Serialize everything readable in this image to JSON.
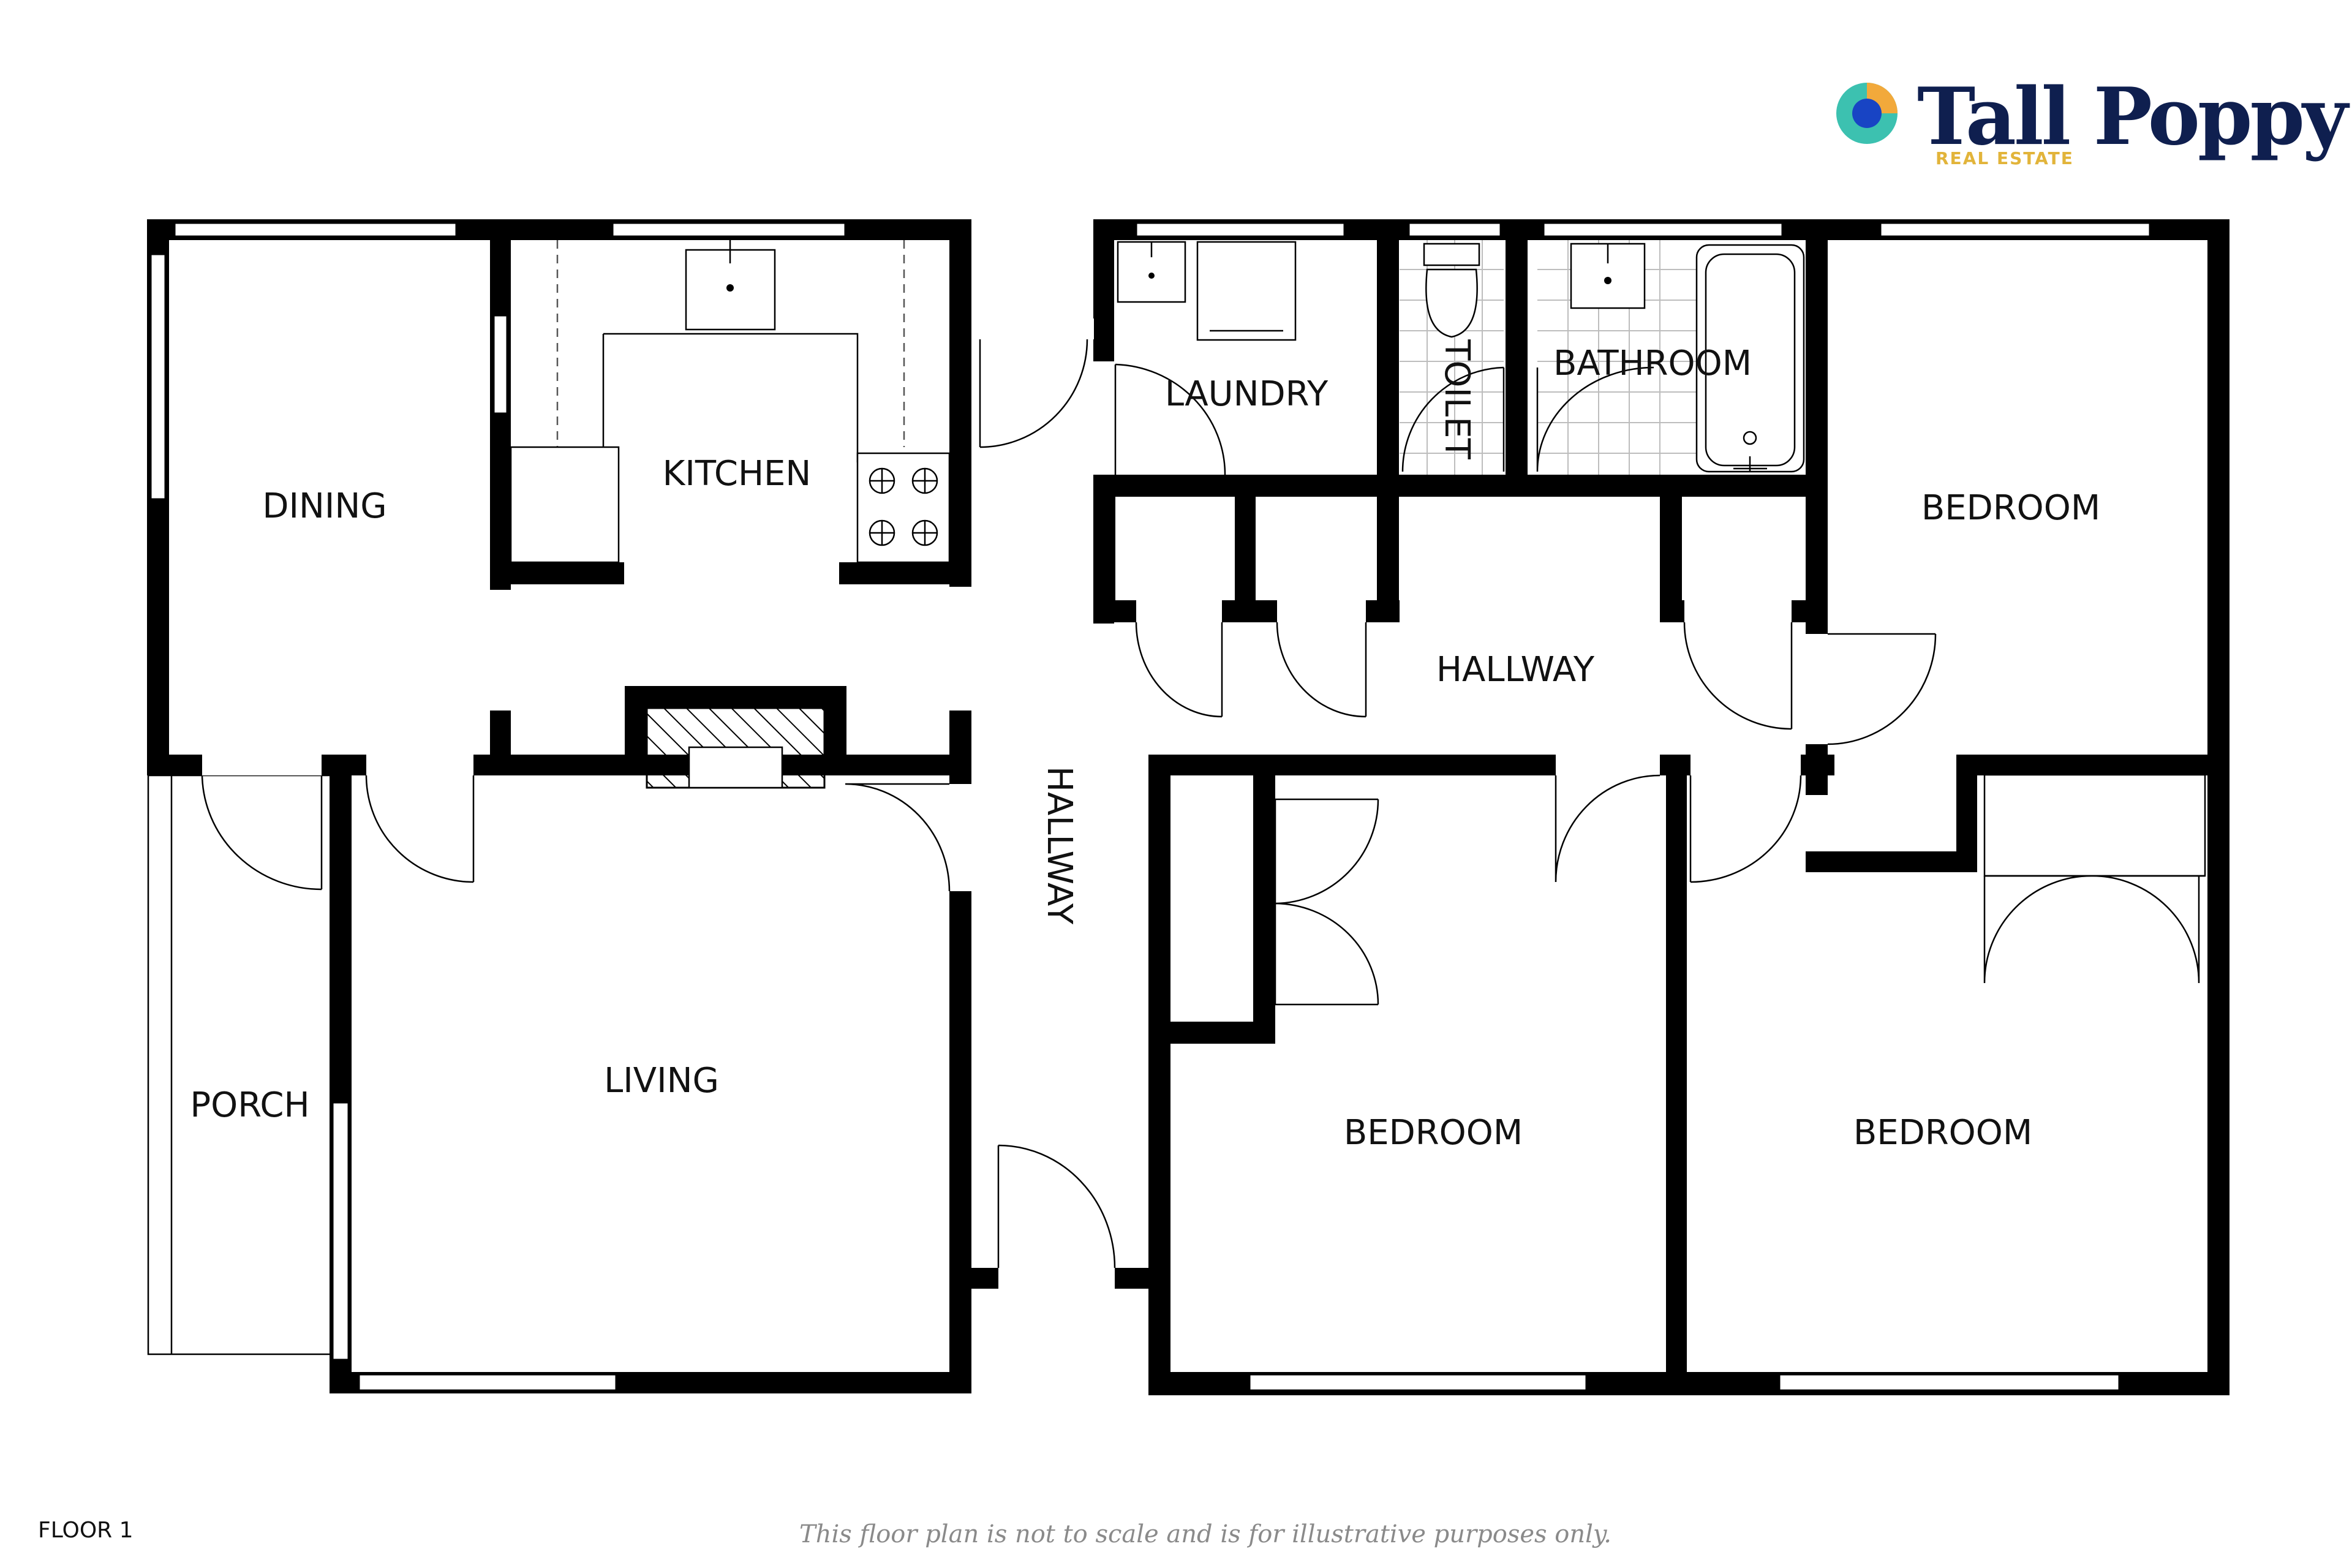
{
  "brand": {
    "name": "Tall Poppy",
    "tagline": "REAL ESTATE",
    "colors": {
      "navy": "#0f1f4f",
      "gold": "#e2b43a",
      "teal": "#3cc1b0",
      "blue": "#1844c4",
      "orange": "#f2a93b"
    }
  },
  "rooms": {
    "dining": "DINING",
    "kitchen": "KITCHEN",
    "laundry": "LAUNDRY",
    "toilet": "TOILET",
    "bathroom": "BATHROOM",
    "bedroom_1": "BEDROOM",
    "hallway_upper": "HALLWAY",
    "hallway_vertical": "HALLWAY",
    "porch": "PORCH",
    "living": "LIVING",
    "bedroom_2": "BEDROOM",
    "bedroom_3": "BEDROOM"
  },
  "footer": {
    "floor_label": "FLOOR 1",
    "disclaimer": "This floor plan is not to scale and is for illustrative purposes only."
  },
  "icons": [
    "logo-mark-icon",
    "sink-icon",
    "stove-icon",
    "toilet-icon",
    "bathtub-icon",
    "fireplace-icon",
    "door-swing-icon",
    "window-icon"
  ]
}
